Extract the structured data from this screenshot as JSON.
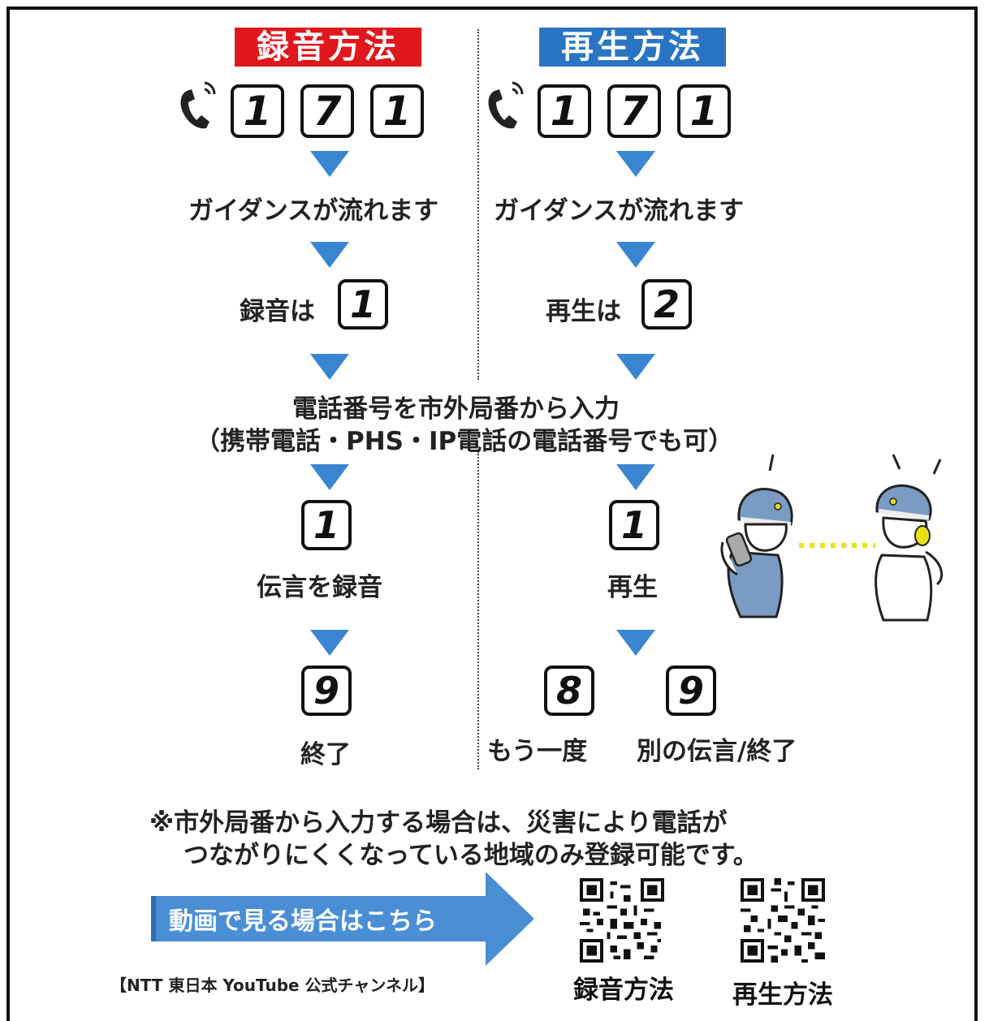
{
  "recording": {
    "title": "録音方法",
    "dial_keys": [
      "1",
      "7",
      "1"
    ],
    "guidance": "ガイダンスが流れます",
    "select_label": "録音は",
    "select_key": "1",
    "step_key": "1",
    "step_label": "伝言を録音",
    "end_key": "9",
    "end_label": "終了"
  },
  "playback": {
    "title": "再生方法",
    "dial_keys": [
      "1",
      "7",
      "1"
    ],
    "guidance": "ガイダンスが流れます",
    "select_label": "再生は",
    "select_key": "2",
    "step_key": "1",
    "step_label": "再生",
    "repeat_key": "8",
    "repeat_label": "もう一度",
    "next_key": "9",
    "next_label": "別の伝言/終了"
  },
  "shared": {
    "phone_line1": "電話番号を市外局番から入力",
    "phone_line2": "（携帯電話・PHS・IP電話の電話番号でも可）"
  },
  "footnote": {
    "line1": "※市外局番から入力する場合は、災害により電話が",
    "line2": "つながりにくくなっている地域のみ登録可能です。"
  },
  "video": {
    "arrow_label": "動画で見る場合はこちら",
    "channel": "【NTT 東日本 YouTube 公式チャンネル】",
    "qr_record_label": "録音方法",
    "qr_play_label": "再生方法"
  },
  "colors": {
    "record_title_bg": "#e0171c",
    "play_title_bg": "#2a74c4",
    "arrow_triangle": "#3a86d2"
  },
  "icons": [
    "phone-icon",
    "phone-icon",
    "people-calling-illustration",
    "qr-code",
    "qr-code"
  ]
}
